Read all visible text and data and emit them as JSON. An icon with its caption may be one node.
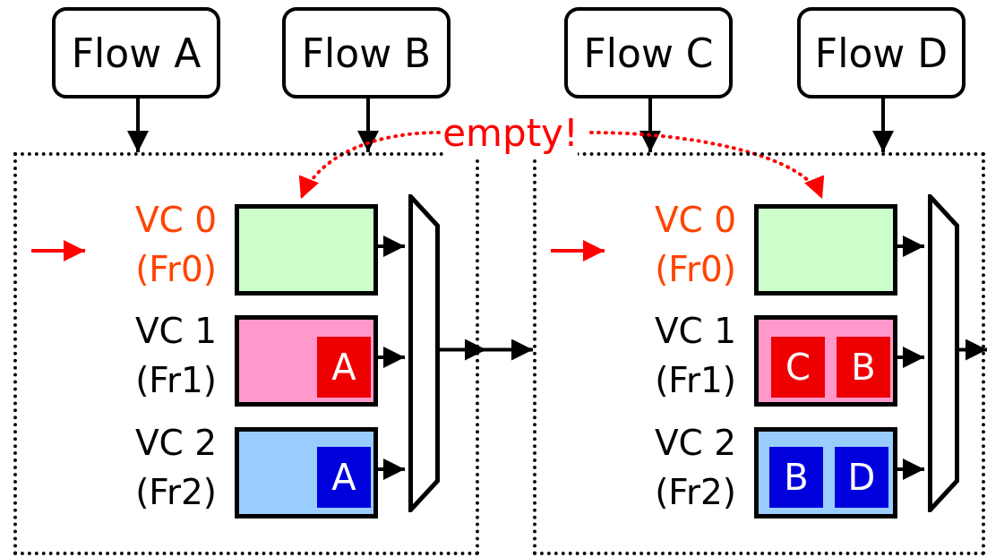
{
  "diagram": {
    "nodes": [
      {
        "text": [
          "Flow A"
        ]
      },
      {
        "text": [
          "Flow B"
        ]
      },
      {
        "text": [
          "Flow C"
        ]
      },
      {
        "text": [
          "Flow D"
        ]
      },
      {
        "text": [],
        "shape": "box"
      },
      {
        "text": [],
        "shape": "box",
        "in": 4,
        "beside": [
          "VC 0 (Fr0)"
        ]
      },
      {
        "text": [],
        "shape": "box",
        "in": 4,
        "beside": [
          "VC 1 (Fr1)"
        ]
      },
      {
        "text": [
          "A"
        ],
        "in": 6
      },
      {
        "text": [],
        "shape": "box",
        "in": 4,
        "beside": [
          "VC 2 (Fr2)"
        ]
      },
      {
        "text": [
          "A"
        ],
        "in": 8
      },
      {
        "text": [],
        "shape": "trapezoid",
        "in": 4
      },
      {
        "text": [],
        "shape": "box"
      },
      {
        "text": [],
        "shape": "box",
        "in": 11,
        "beside": [
          "VC 0 (Fr0)"
        ]
      },
      {
        "text": [],
        "shape": "box",
        "in": 11,
        "beside": [
          "VC 1 (Fr1)"
        ]
      },
      {
        "text": [
          "C"
        ],
        "in": 13
      },
      {
        "text": [
          "B"
        ],
        "in": 13
      },
      {
        "text": [],
        "shape": "box",
        "in": 11,
        "beside": [
          "VC 2 (Fr2)"
        ]
      },
      {
        "text": [
          "B"
        ],
        "in": 16
      },
      {
        "text": [
          "D"
        ],
        "in": 16
      },
      {
        "text": [],
        "shape": "trapezoid",
        "in": 11
      },
      {
        "text": [
          "empty!"
        ]
      }
    ],
    "edges": [
      {
        "from": 0,
        "to": 4,
        "arrow": "to"
      },
      {
        "from": 1,
        "to": 4,
        "arrow": "to"
      },
      {
        "from": 2,
        "to": 11,
        "arrow": "to"
      },
      {
        "from": 3,
        "to": 11,
        "arrow": "to"
      },
      {
        "from": 5,
        "to": 10,
        "arrow": "to"
      },
      {
        "from": 6,
        "to": 10,
        "arrow": "to"
      },
      {
        "from": 8,
        "to": 10,
        "arrow": "to"
      },
      {
        "from": 10,
        "to": 11,
        "arrow": "to"
      },
      {
        "from": 12,
        "to": 19,
        "arrow": "to"
      },
      {
        "from": 13,
        "to": 19,
        "arrow": "to"
      },
      {
        "from": 16,
        "to": 19,
        "arrow": "to"
      },
      {
        "from": 19,
        "to": null,
        "arrow": "to"
      },
      {
        "from": 20,
        "to": 5,
        "arrow": "to",
        "style": "dashed",
        "color": "#ff0000"
      },
      {
        "from": 20,
        "to": 12,
        "arrow": "to",
        "style": "dashed",
        "color": "#ff0000"
      }
    ]
  }
}
